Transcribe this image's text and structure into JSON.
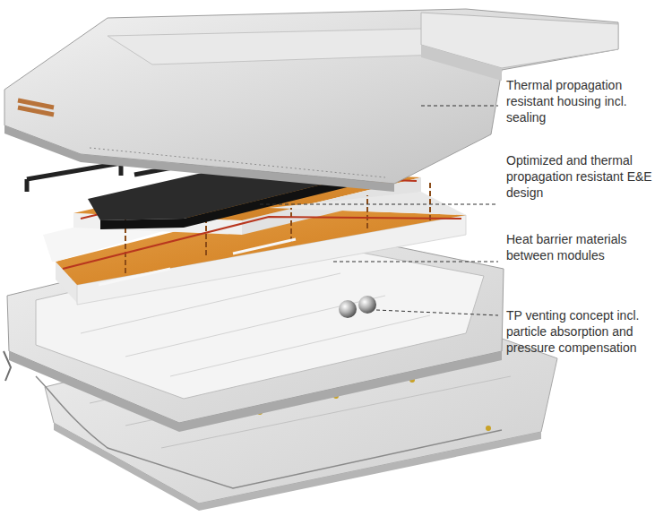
{
  "diagram": {
    "labels": [
      "Thermal propagation resistant housing incl. sealing",
      "Optimized and thermal propagation resistant E&E design",
      "Heat barrier materials between modules",
      "TP venting concept incl. particle absorption and pressure compensation"
    ]
  }
}
